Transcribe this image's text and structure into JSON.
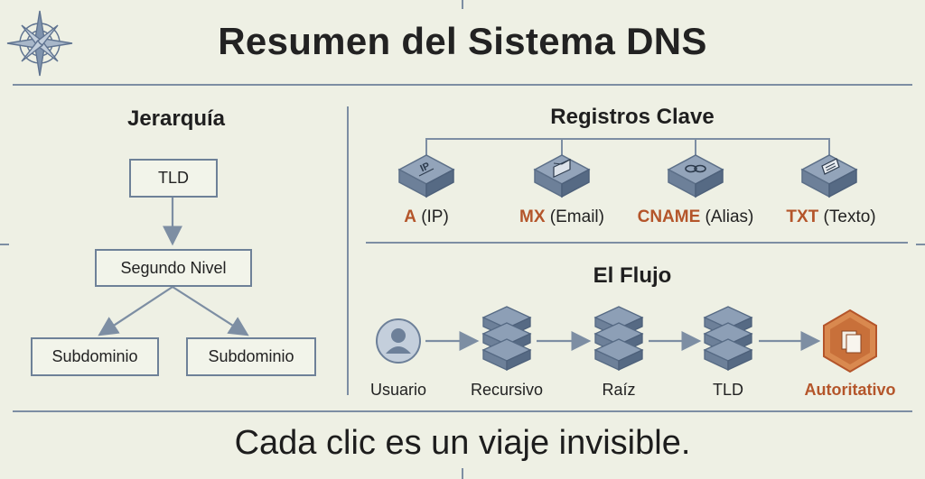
{
  "title": "Resumen del Sistema DNS",
  "hierarchy": {
    "heading": "Jerarquía",
    "tld": "TLD",
    "second_level": "Segundo Nivel",
    "subdomain_left": "Subdominio",
    "subdomain_right": "Subdominio"
  },
  "records": {
    "heading": "Registros Clave",
    "items": [
      {
        "key": "A",
        "desc": " (IP)",
        "icon": "ip-server-icon"
      },
      {
        "key": "MX",
        "desc": " (Email)",
        "icon": "email-server-icon"
      },
      {
        "key": "CNAME",
        "desc": " (Alias)",
        "icon": "link-server-icon"
      },
      {
        "key": "TXT",
        "desc": " (Texto)",
        "icon": "document-server-icon"
      }
    ],
    "icon_text_ip": "IP"
  },
  "flow": {
    "heading": "El Flujo",
    "steps": [
      "Usuario",
      "Recursivo",
      "Raíz",
      "TLD",
      "Autoritativo"
    ]
  },
  "tagline": "Cada clic es un viaje invisible.",
  "colors": {
    "background": "#eef0e4",
    "line": "#7d8ea3",
    "accent": "#b4552a",
    "server": "#6d8099"
  }
}
